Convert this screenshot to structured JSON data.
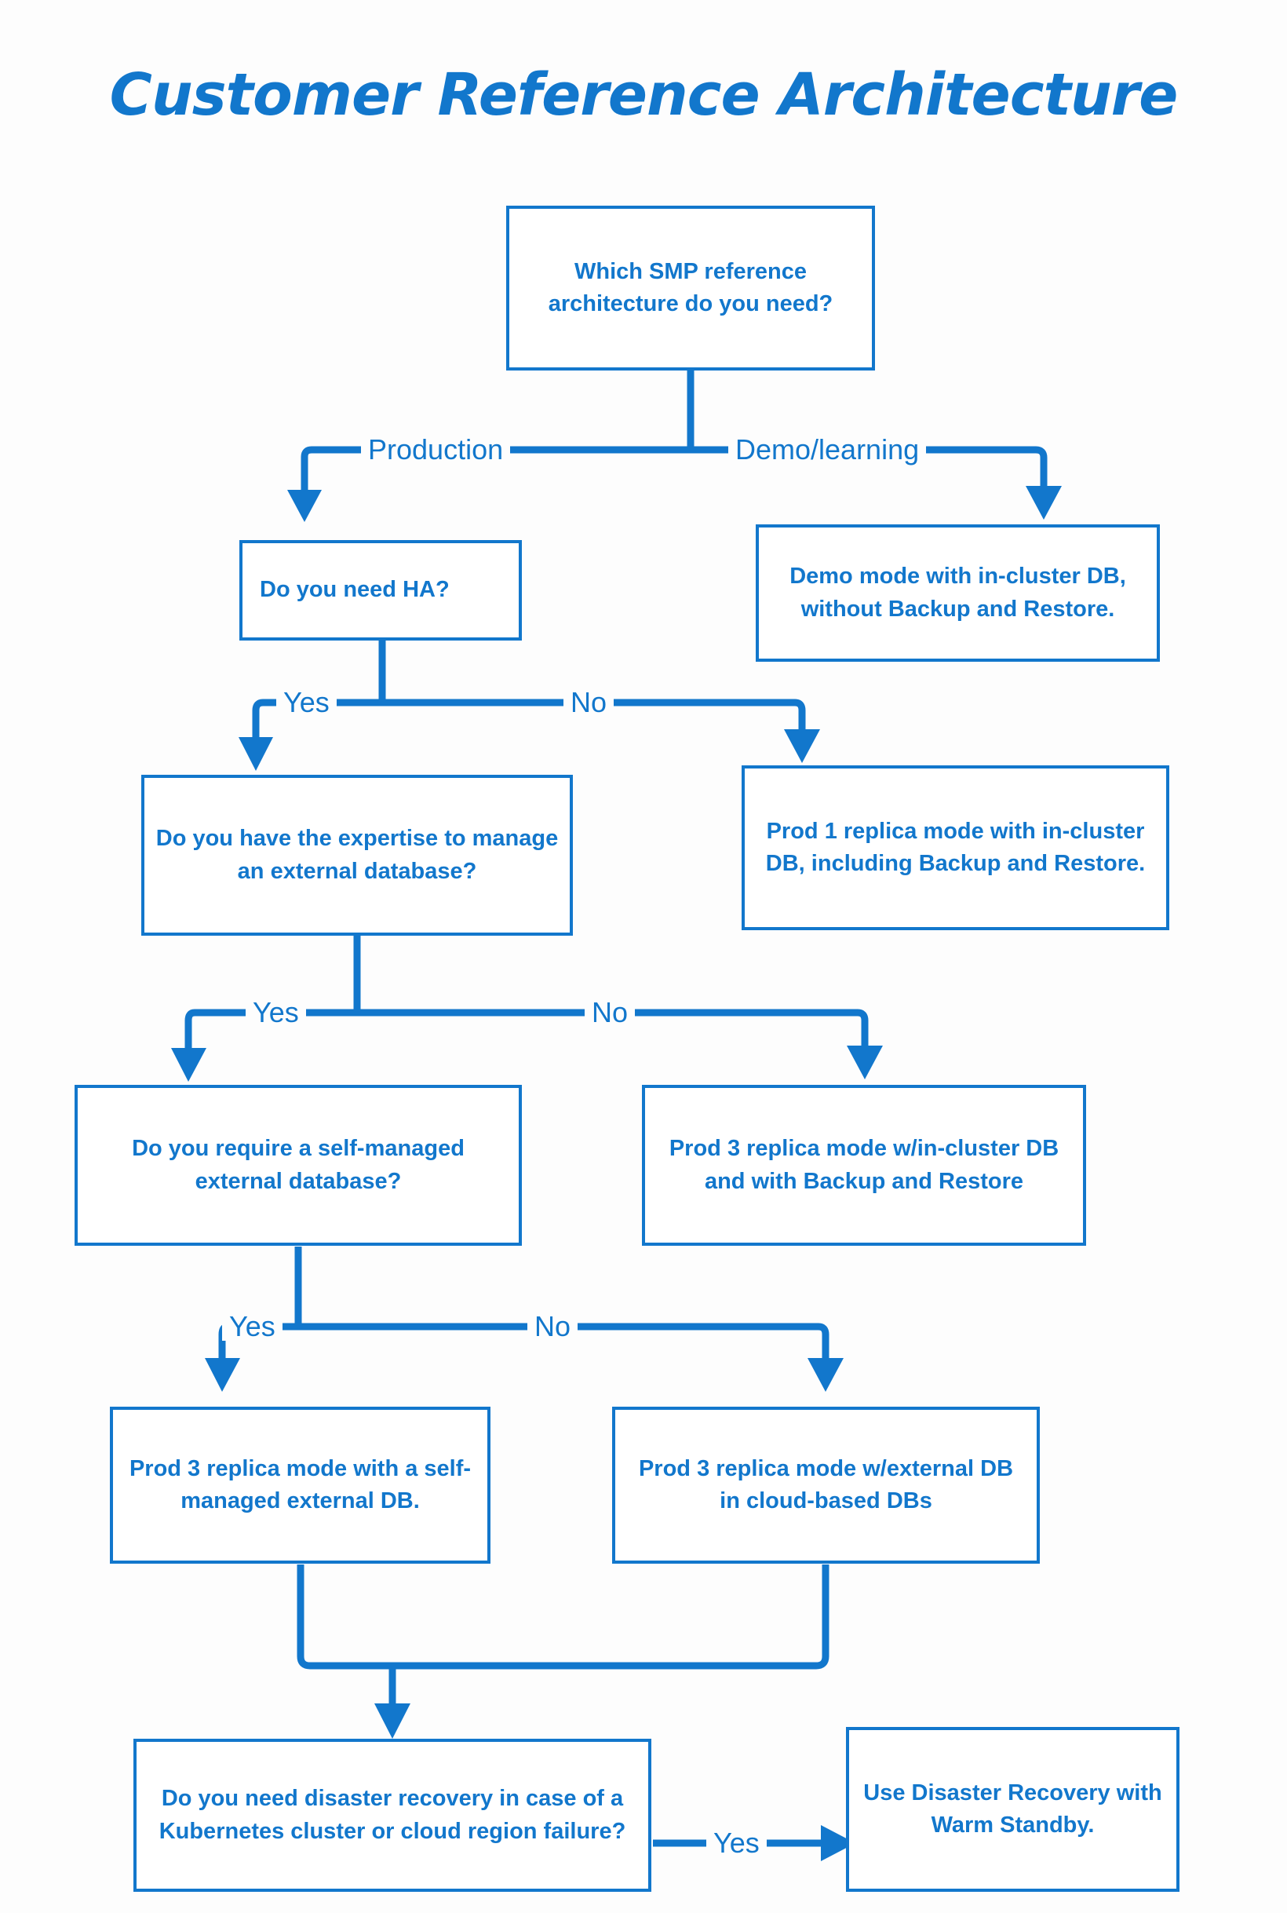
{
  "title": "Customer Reference Architecture",
  "theme": {
    "accent": "#1277CC",
    "background": "#fdfdfd",
    "box_fill": "#ffffff"
  },
  "chart_data": {
    "type": "diagram",
    "diagram_kind": "decision-flowchart",
    "title": "Customer Reference Architecture",
    "nodes": [
      {
        "id": "q1",
        "kind": "decision",
        "text": "Which SMP reference architecture do you need?"
      },
      {
        "id": "q2",
        "kind": "decision",
        "text": "Do you need HA?"
      },
      {
        "id": "r1",
        "kind": "outcome",
        "text": "Demo mode with in-cluster DB, without Backup and Restore."
      },
      {
        "id": "q3",
        "kind": "decision",
        "text": "Do you have the expertise to manage an external database?"
      },
      {
        "id": "r2",
        "kind": "outcome",
        "text": "Prod 1 replica mode with in-cluster DB, including Backup and Restore."
      },
      {
        "id": "q4",
        "kind": "decision",
        "text": "Do you require a self-managed external database?"
      },
      {
        "id": "r3",
        "kind": "outcome",
        "text": "Prod 3 replica mode w/in-cluster DB and with Backup and Restore"
      },
      {
        "id": "r4",
        "kind": "outcome",
        "text": "Prod 3 replica mode with a self-managed external DB."
      },
      {
        "id": "r5",
        "kind": "outcome",
        "text": "Prod 3 replica mode w/external DB in cloud-based DBs"
      },
      {
        "id": "q5",
        "kind": "decision",
        "text": "Do you need disaster recovery in case of a Kubernetes cluster or cloud region failure?"
      },
      {
        "id": "r6",
        "kind": "outcome",
        "text": "Use Disaster Recovery with Warm Standby."
      }
    ],
    "edges": [
      {
        "from": "q1",
        "to": "q2",
        "label": "Production"
      },
      {
        "from": "q1",
        "to": "r1",
        "label": "Demo/learning"
      },
      {
        "from": "q2",
        "to": "q3",
        "label": "Yes"
      },
      {
        "from": "q2",
        "to": "r2",
        "label": "No"
      },
      {
        "from": "q3",
        "to": "q4",
        "label": "Yes"
      },
      {
        "from": "q3",
        "to": "r3",
        "label": "No"
      },
      {
        "from": "q4",
        "to": "r4",
        "label": "Yes"
      },
      {
        "from": "q4",
        "to": "r5",
        "label": "No"
      },
      {
        "from": "r4",
        "to": "q5",
        "label": ""
      },
      {
        "from": "r5",
        "to": "q5",
        "label": ""
      },
      {
        "from": "q5",
        "to": "r6",
        "label": "Yes"
      }
    ]
  },
  "nodes": {
    "q1": "Which SMP reference architecture do you need?",
    "q2": "Do you need HA?",
    "r1": "Demo mode with in-cluster DB, without Backup and Restore.",
    "q3": "Do you have the expertise to manage an external database?",
    "r2": "Prod 1 replica mode with in-cluster DB, including Backup and Restore.",
    "q4": "Do you require a self-managed external database?",
    "r3": "Prod 3 replica mode w/in-cluster DB and with Backup and Restore",
    "r4": "Prod 3 replica mode with a self-managed external DB.",
    "r5": "Prod 3 replica mode w/external DB in cloud-based DBs",
    "q5": "Do you need disaster recovery in case of a Kubernetes cluster or cloud region failure?",
    "r6": "Use Disaster Recovery with Warm Standby."
  },
  "labels": {
    "production": "Production",
    "demo_learning": "Demo/learning",
    "ha_yes": "Yes",
    "ha_no": "No",
    "expertise_yes": "Yes",
    "expertise_no": "No",
    "selfmanaged_yes": "Yes",
    "selfmanaged_no": "No",
    "dr_yes": "Yes"
  }
}
